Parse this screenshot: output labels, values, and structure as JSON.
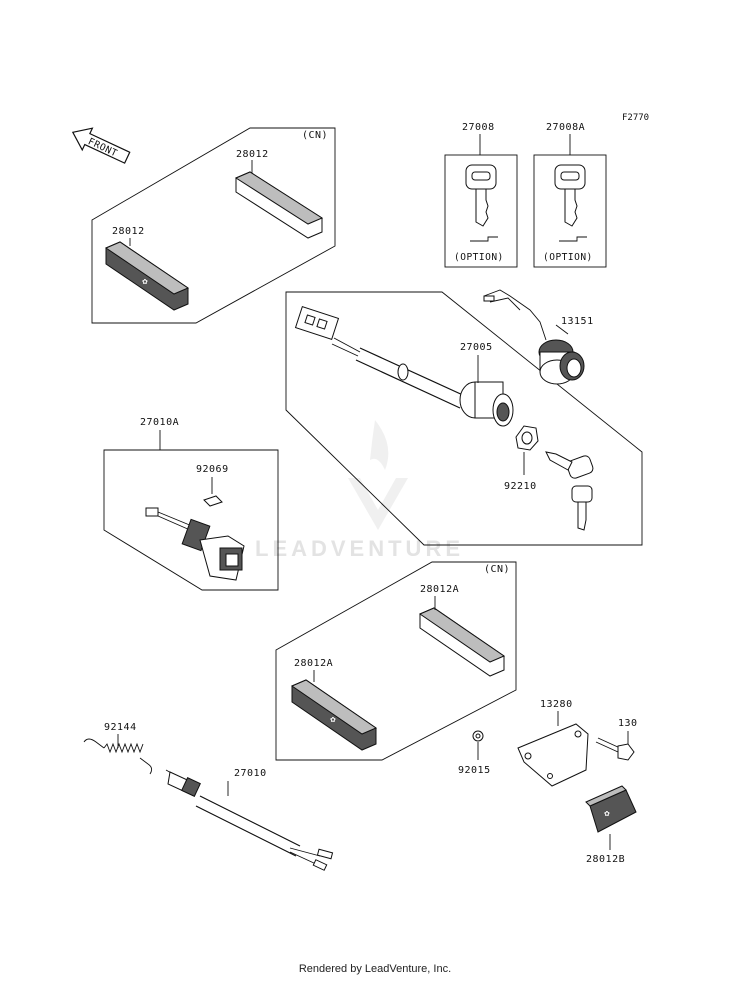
{
  "figure_code": "F2770",
  "front_label": "FRONT",
  "watermark": "LEADVENTURE",
  "footer": "Rendered by LeadVenture, Inc.",
  "option_label": "(OPTION)",
  "cn_label": "(CN)",
  "parts": {
    "p28012_top": "28012",
    "p28012_bottom": "28012",
    "p27008": "27008",
    "p27008A": "27008A",
    "p13151": "13151",
    "p27005": "27005",
    "p92210": "92210",
    "p27010A": "27010A",
    "p92069": "92069",
    "p28012A_top": "28012A",
    "p28012A_bottom": "28012A",
    "p13280": "13280",
    "p130": "130",
    "p92015": "92015",
    "p28012B": "28012B",
    "p92144": "92144",
    "p27010": "27010"
  }
}
